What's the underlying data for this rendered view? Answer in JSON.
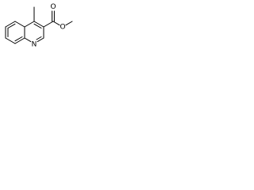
{
  "molecule": {
    "atom_labels": {
      "ring_nitrogen": "N",
      "carbonyl_oxygen": "O",
      "ester_oxygen": "O"
    }
  }
}
